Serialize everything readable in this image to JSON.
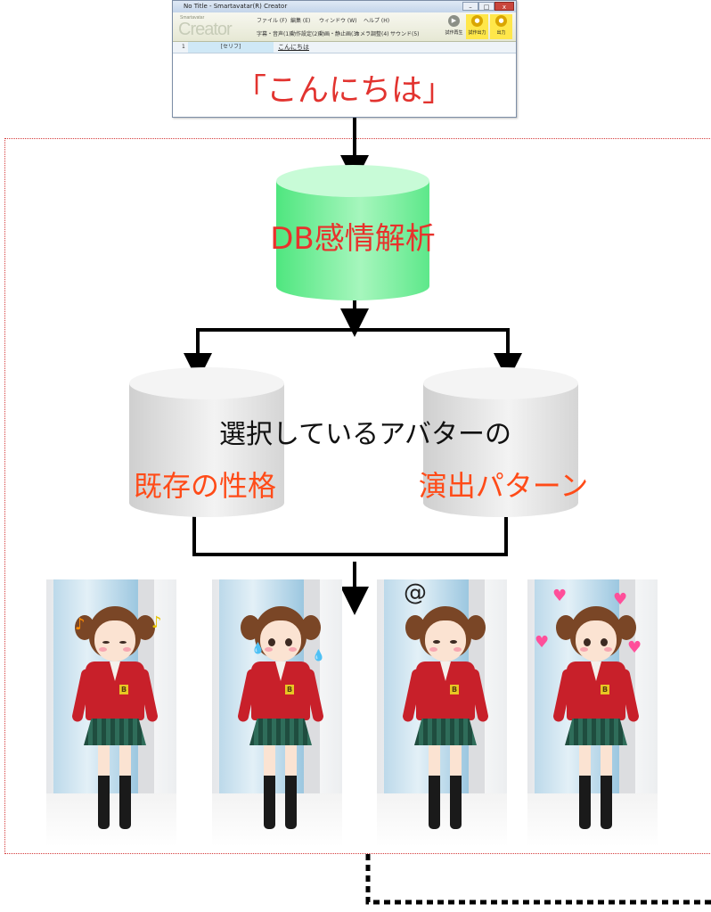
{
  "window": {
    "title": "No Title - Smartavatar(R) Creator",
    "controls": [
      "–",
      "□",
      "x"
    ],
    "logo": "Creator",
    "logo_sub": "Smartavatar"
  },
  "toolbar": {
    "menu": [
      "ファイル (F)",
      "編集 (E)",
      "ウィンドウ (W)",
      "ヘルプ (H)"
    ],
    "functions": [
      "字幕・音声(1)",
      "動作設定(2)",
      "動画・静止画(3)",
      "カメラ調整(4)",
      "サウンド(5)"
    ],
    "buttons": [
      {
        "label": "試作再生",
        "color": "#8b8f86"
      },
      {
        "label": "試作出力",
        "color": "#d9a600"
      },
      {
        "label": "出力",
        "color": "#d9a600"
      }
    ]
  },
  "editor": {
    "row_number": "1",
    "column_header": "[セリフ]",
    "line_text": "こんにちは",
    "display_text": "「こんにちは」"
  },
  "diagram": {
    "db_label": "DB感情解析",
    "shared_label": "選択しているアバターの",
    "personality_label": "既存の性格",
    "pattern_label": "演出パターン"
  },
  "avatars": [
    {
      "decoration": "♪",
      "deco_color": "#ff8c00"
    },
    {
      "decoration": "💧",
      "deco_color": "#7ab8e6"
    },
    {
      "decoration": "@",
      "deco_color": "#222222"
    },
    {
      "decoration": "♥",
      "deco_color": "#ff4f9a"
    }
  ],
  "colors": {
    "red_text": "#e8322c",
    "orange_text": "#ff4b18",
    "db_green": "#6ff09a",
    "cylinder_gray": "#e2e2e2",
    "dotted_border": "#d53b3b"
  }
}
